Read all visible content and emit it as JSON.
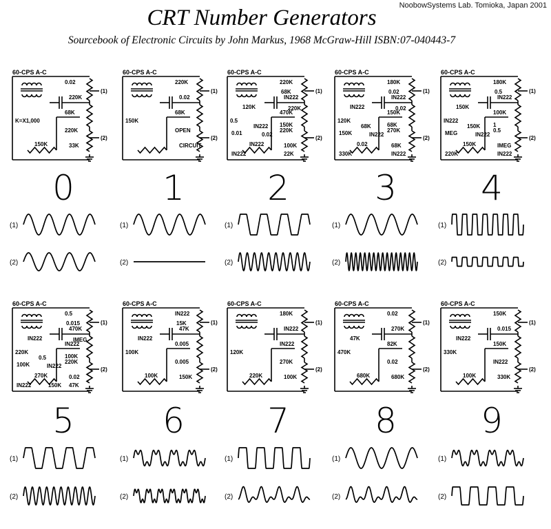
{
  "credit": "NoobowSystems Lab. Tomioka, Japan 2001",
  "title": "CRT Number Generators",
  "subtitle": "Sourcebook of Electronic Circuits by John Markus, 1968 McGraw-Hill ISBN:07-040443-7",
  "source_label": "60-CPS A-C",
  "trace_labels": {
    "one": "(1)",
    "two": "(2)"
  },
  "circuits": [
    {
      "digit": "0",
      "parts": [
        "0.02",
        "220K",
        "68K",
        "K=X1,000",
        "220K",
        "33K",
        "150K"
      ],
      "outputs": [
        "(1)",
        "(2)"
      ],
      "trace1": {
        "shape": "sine",
        "cycles": 3.5
      },
      "trace2": {
        "shape": "sine",
        "cycles": 3.5
      }
    },
    {
      "digit": "1",
      "parts": [
        "220K",
        "0.02",
        "68K",
        "150K",
        "OPEN",
        "CIRCUIT"
      ],
      "outputs": [
        "(1)",
        "(2)"
      ],
      "trace1": {
        "shape": "sine",
        "cycles": 3.5
      },
      "trace2": {
        "shape": "flat",
        "cycles": 0
      }
    },
    {
      "digit": "2",
      "parts": [
        "220K",
        "IN222",
        "470K",
        "0.5",
        "220K",
        "100K",
        "IN222",
        "120K",
        "68K",
        "150K",
        "0.01",
        "0.02",
        "22K",
        "IN222",
        "IN222",
        "220K"
      ],
      "outputs": [
        "(1)",
        "(2)"
      ],
      "trace1": {
        "shape": "square-sine",
        "cycles": 3.5
      },
      "trace2": {
        "shape": "sine",
        "cycles": 10
      }
    },
    {
      "digit": "3",
      "parts": [
        "180K",
        "IN222",
        "150K",
        "120K",
        "270K",
        "68K",
        "0.02",
        "IN222",
        "0.02",
        "68K",
        "150K",
        "IN222",
        "IN222",
        "330K",
        "68K",
        "0.02"
      ],
      "outputs": [
        "(1)",
        "(2)"
      ],
      "trace1": {
        "shape": "sine",
        "cycles": 3.5
      },
      "trace2": {
        "shape": "sine",
        "cycles": 16
      }
    },
    {
      "digit": "4",
      "parts": [
        "180K",
        "IN222",
        "100K",
        "IN222",
        "0.5",
        "IMEG",
        "150K",
        "150K",
        "0.5",
        "1",
        "MEG",
        "IN222",
        "IN222",
        "220K",
        "150K"
      ],
      "outputs": [
        "(1)",
        "(2)"
      ],
      "trace1": {
        "shape": "square",
        "cycles": 7
      },
      "trace2": {
        "shape": "square-small",
        "cycles": 7
      }
    },
    {
      "digit": "5",
      "parts": [
        "0.5",
        "470K",
        "IN222",
        "220K",
        "220K",
        "0.02",
        "270K",
        "IN222",
        "0.015",
        "100K",
        "100K",
        "IN222",
        "47K",
        "IN222",
        "0.5",
        "IMEG",
        "150K"
      ],
      "outputs": [
        "(1)",
        "(2)"
      ],
      "trace1": {
        "shape": "square-sine",
        "cycles": 3.5
      },
      "trace2": {
        "shape": "sine",
        "cycles": 10
      }
    },
    {
      "digit": "6",
      "parts": [
        "IN222",
        "47K",
        "0.005",
        "100K",
        "0.005",
        "150K",
        "100K",
        "IN222",
        "15K"
      ],
      "outputs": [
        "(1)",
        "(2)"
      ],
      "trace1": {
        "shape": "wobble",
        "cycles": 4
      },
      "trace2": {
        "shape": "wobble",
        "cycles": 6
      }
    },
    {
      "digit": "7",
      "parts": [
        "180K",
        "IN222",
        "IN222",
        "120K",
        "270K",
        "100K",
        "220K"
      ],
      "outputs": [
        "(1)",
        "(2)"
      ],
      "trace1": {
        "shape": "square",
        "cycles": 4
      },
      "trace2": {
        "shape": "double-peak",
        "cycles": 4
      }
    },
    {
      "digit": "8",
      "parts": [
        "0.02",
        "270K",
        "82K",
        "470K",
        "0.02",
        "680K",
        "680K",
        "47K"
      ],
      "outputs": [
        "(1)",
        "(2)"
      ],
      "trace1": {
        "shape": "sine",
        "cycles": 3.5
      },
      "trace2": {
        "shape": "double-peak",
        "cycles": 4
      }
    },
    {
      "digit": "9",
      "parts": [
        "150K",
        "0.015",
        "150K",
        "330K",
        "IN222",
        "330K",
        "100K",
        "IN222"
      ],
      "outputs": [
        "(1)",
        "(2)"
      ],
      "trace1": {
        "shape": "wobble",
        "cycles": 4
      },
      "trace2": {
        "shape": "square",
        "cycles": 4
      }
    }
  ]
}
